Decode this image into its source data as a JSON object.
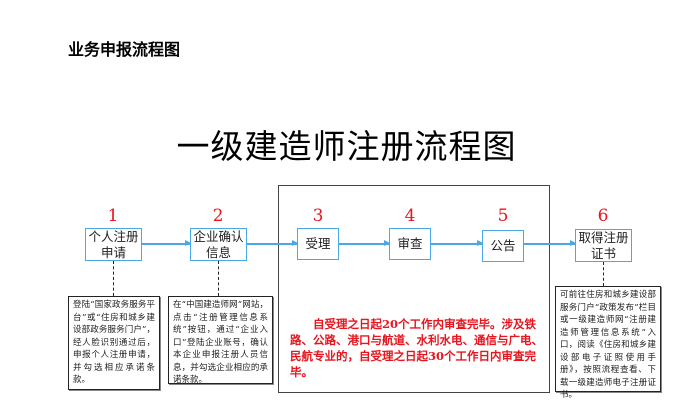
{
  "section_title": "业务申报流程图",
  "main_title": "一级建造师注册流程图",
  "steps": [
    {
      "num": "1",
      "label": "个人注册申请"
    },
    {
      "num": "2",
      "label": "企业确认信息"
    },
    {
      "num": "3",
      "label": "受理"
    },
    {
      "num": "4",
      "label": "审查"
    },
    {
      "num": "5",
      "label": "公告"
    },
    {
      "num": "6",
      "label": "取得注册证书"
    }
  ],
  "descriptions": {
    "step1": "登陆“国家政务服务平台”或“住房和城乡建设部政务服务门户”，经人脸识别通过后，申报个人注册申请，并勾选相应承诺条款。",
    "step2": "在“中国建造师网”网站，点击“注册管理信息系统”按钮，通过“企业入口”登陆企业账号，确认本企业申报注册人员信息，并勾选企业相应的承诺条款。",
    "step6": "可前往住房和城乡建设部服务门户“政策发布”栏目或一级建造师网“注册建造师管理信息系统”入口，阅读《住房和城乡建设部电子证照使用手册》，按照流程查看、下载一级建造师电子注册证书。"
  },
  "review_note": "自受理之日起20个工作内审查完毕。涉及铁路、公路、港口与航道、水利水电、通信与广电、民航专业的，自受理之日起30个工作日内审查完毕。",
  "colors": {
    "accent": "#4aa8e8",
    "number": "#e8141e"
  }
}
